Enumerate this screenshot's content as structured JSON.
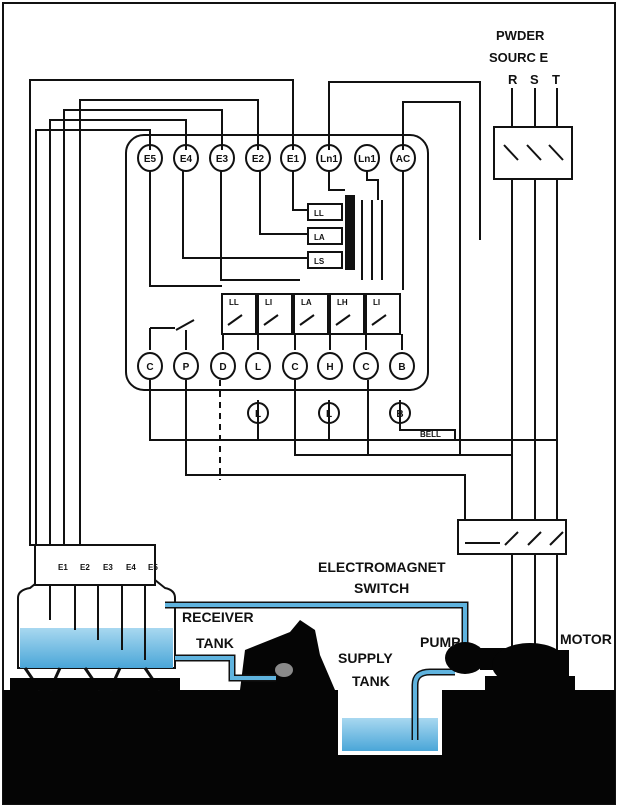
{
  "power_source": {
    "title_line1": "PWDER",
    "title_line2": "SOURC E",
    "phases": [
      "R",
      "S",
      "T"
    ]
  },
  "controller": {
    "top_terminals": [
      "E5",
      "E4",
      "E3",
      "E2",
      "E1",
      "Ln1",
      "Ln1",
      "AC"
    ],
    "bottom_terminals": [
      "C",
      "P",
      "D",
      "L",
      "C",
      "H",
      "C",
      "B"
    ],
    "relay_labels": [
      "LL",
      "LA",
      "LS"
    ],
    "contact_labels": [
      "LL",
      "LI",
      "LA",
      "LH",
      "LI"
    ],
    "lamps": [
      "L",
      "L",
      "B"
    ],
    "bell_label": "BELL"
  },
  "electrodes": [
    "E1",
    "E2",
    "E3",
    "E4",
    "E5"
  ],
  "labels": {
    "electromagnet_line1": "ELECTROMAGNET",
    "electromagnet_line2": "SWITCH",
    "receiver_line1": "RECEIVER",
    "receiver_line2": "TANK",
    "supply_line1": "SUPPLY",
    "supply_line2": "TANK",
    "pump": "PUMP",
    "motor": "MOTOR"
  },
  "colors": {
    "line": "#111111",
    "water": "#5fb3de",
    "water_light": "#a8d8f0",
    "ground": "#050505"
  }
}
